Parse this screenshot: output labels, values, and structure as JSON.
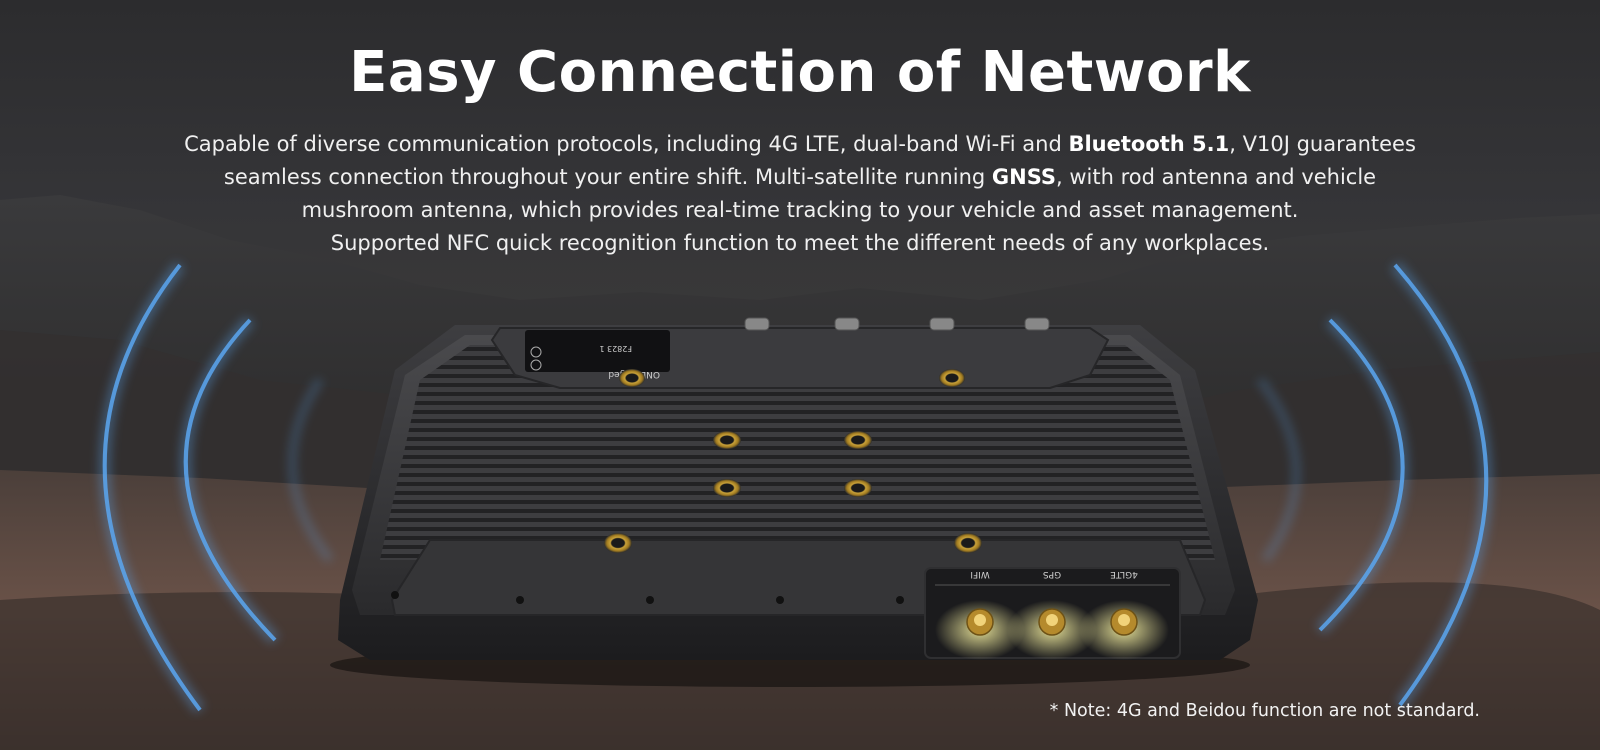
{
  "banner": {
    "title": "Easy Connection of Network",
    "description": {
      "line1_part1": "Capable of diverse communication protocols, including 4G LTE, dual-band Wi-Fi and ",
      "line1_bold": "Bluetooth 5.1",
      "line1_part2": ", V10J guarantees",
      "line2_part1": "seamless connection throughout your entire shift. Multi-satellite running ",
      "line2_bold": "GNSS",
      "line2_part2": ", with rod antenna and vehicle",
      "line3": "mushroom antenna, which provides real-time tracking to your vehicle and asset management.",
      "line4": "Supported NFC quick recognition function to meet the different needs of any workplaces."
    },
    "note": "* Note: 4G and Beidou function are not standard."
  },
  "device": {
    "brand": "ONErugged",
    "ports": [
      "WIFI",
      "GPS",
      "4GLTE"
    ]
  },
  "colors": {
    "signal_wave": "#5aa6f0",
    "antenna_glow": "#f6f0a0",
    "text": "#ffffff"
  }
}
